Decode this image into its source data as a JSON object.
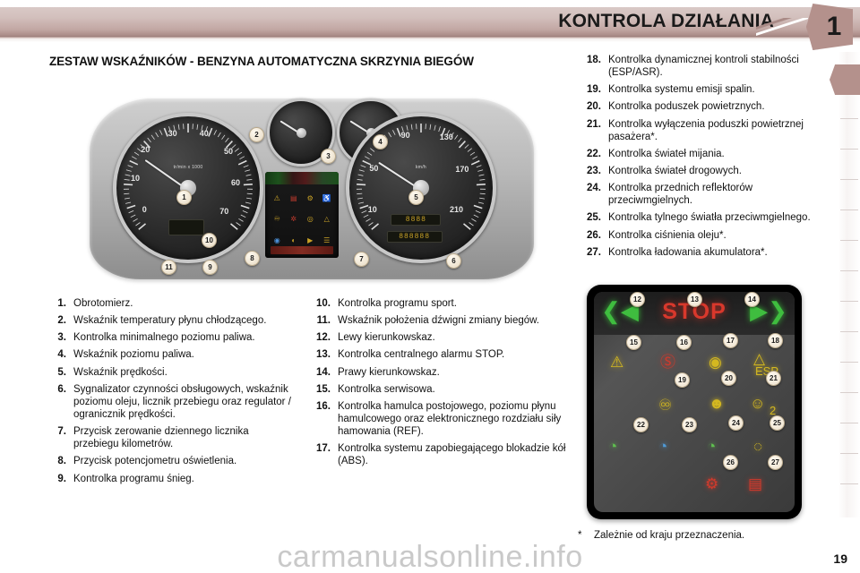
{
  "header": {
    "title": "KONTROLA DZIAŁANIA",
    "chapter_number": "1",
    "band_color": "#c2a7a3",
    "tab_color": "#b4918c"
  },
  "section": {
    "title": "ZESTAW WSKAŹNIKÓW - BENZYNA AUTOMATYCZNA SKRZYNIA BIEGÓW"
  },
  "instrument_cluster": {
    "tachometer_unit": "tr/min x 1000",
    "speedometer_unit": "km/h",
    "speed_numbers": [
      "10",
      "50",
      "90",
      "130",
      "170",
      "210"
    ],
    "tach_numbers": [
      "0",
      "10",
      "20",
      "30",
      "40",
      "50",
      "60",
      "70"
    ],
    "odometer_trip": "8888",
    "odometer_total": "888888",
    "callouts": [
      "1",
      "2",
      "3",
      "4",
      "5",
      "6",
      "7",
      "8",
      "9",
      "10",
      "11"
    ]
  },
  "warning_panel": {
    "stop_text": "STOP",
    "esp_text": "ESP",
    "abs_text": "ABS",
    "airbag_number": "2",
    "callouts": [
      "12",
      "13",
      "14",
      "15",
      "16",
      "17",
      "18",
      "19",
      "20",
      "21",
      "22",
      "23",
      "24",
      "25",
      "26",
      "27"
    ],
    "colors": {
      "green": "#3fbd3f",
      "red": "#cf3a2c",
      "amber": "#d4b820",
      "blue": "#4f9ad6"
    }
  },
  "list_left": [
    {
      "num": "1.",
      "text": "Obrotomierz."
    },
    {
      "num": "2.",
      "text": "Wskaźnik temperatury płynu chłodzącego."
    },
    {
      "num": "3.",
      "text": "Kontrolka minimalnego poziomu paliwa."
    },
    {
      "num": "4.",
      "text": "Wskaźnik poziomu paliwa."
    },
    {
      "num": "5.",
      "text": "Wskaźnik prędkości."
    },
    {
      "num": "6.",
      "text": "Sygnalizator czynności obsługowych, wskaźnik poziomu oleju, licznik przebiegu oraz regulator / ogranicznik prędkości."
    },
    {
      "num": "7.",
      "text": "Przycisk zerowanie dziennego licznika przebiegu kilometrów."
    },
    {
      "num": "8.",
      "text": "Przycisk potencjometru oświetlenia."
    },
    {
      "num": "9.",
      "text": "Kontrolka programu śnieg."
    }
  ],
  "list_mid": [
    {
      "num": "10.",
      "text": "Kontrolka programu sport."
    },
    {
      "num": "11.",
      "text": "Wskaźnik położenia dźwigni zmiany biegów."
    },
    {
      "num": "12.",
      "text": "Lewy kierunkowskaz."
    },
    {
      "num": "13.",
      "text": "Kontrolka centralnego alarmu STOP."
    },
    {
      "num": "14.",
      "text": "Prawy kierunkowskaz."
    },
    {
      "num": "15.",
      "text": "Kontrolka serwisowa."
    },
    {
      "num": "16.",
      "text": "Kontrolka hamulca postojowego, poziomu płynu hamulcowego oraz elektronicznego rozdziału siły hamowania (REF)."
    },
    {
      "num": "17.",
      "text": "Kontrolka systemu zapobiegającego blokadzie kół (ABS)."
    }
  ],
  "list_right": [
    {
      "num": "18.",
      "text": "Kontrolka dynamicznej kontroli stabilności (ESP/ASR)."
    },
    {
      "num": "19.",
      "text": "Kontrolka systemu emisji spalin."
    },
    {
      "num": "20.",
      "text": "Kontrolka poduszek powietrznych."
    },
    {
      "num": "21.",
      "text": "Kontrolka wyłączenia poduszki powietrznej pasażera*."
    },
    {
      "num": "22.",
      "text": "Kontrolka świateł mijania."
    },
    {
      "num": "23.",
      "text": "Kontrolka świateł drogowych."
    },
    {
      "num": "24.",
      "text": "Kontrolka przednich reflektorów przeciwmgielnych."
    },
    {
      "num": "25.",
      "text": "Kontrolka tylnego światła przeciwmgielnego."
    },
    {
      "num": "26.",
      "text": "Kontrolka ciśnienia oleju*."
    },
    {
      "num": "27.",
      "text": "Kontrolka ładowania akumulatora*."
    }
  ],
  "footnote": {
    "marker": "*",
    "text": "Zależnie od kraju przeznaczenia."
  },
  "page_number": "19",
  "watermark": "carmanualsonline.info"
}
